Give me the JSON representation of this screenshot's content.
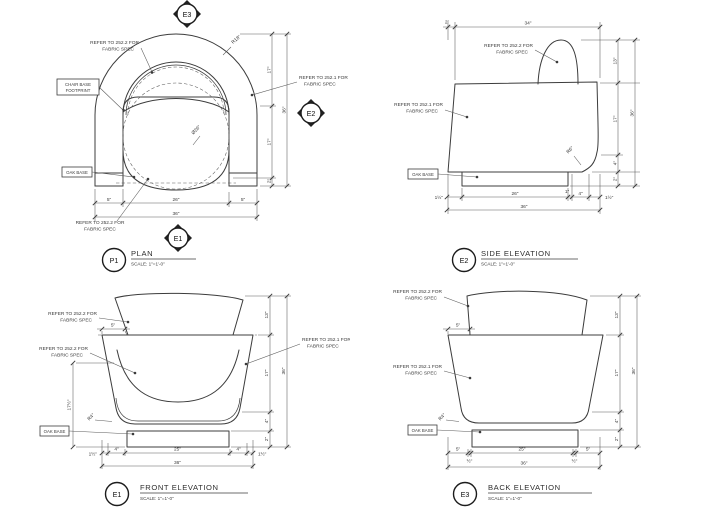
{
  "sheet": {
    "background": "#ffffff",
    "line_color": "#3c3c3c"
  },
  "common": {
    "fabric_252_2": "REFER TO 252.2 FOR",
    "fabric_252_1": "REFER TO 252.1 FOR",
    "fabric_spec": "FABRIC SPEC",
    "oak_base": "OAK BASE",
    "scale": "SCALE: 1\"=1'-0\""
  },
  "plan": {
    "marker": "P1",
    "title": "PLAN",
    "chair_base_line1": "CHAIR BASE",
    "chair_base_line2": "FOOTPRINT",
    "radius_label": "R18\"",
    "diameter_label": "Ø26\"",
    "elev_top": "E3",
    "elev_right": "E2",
    "elev_bottom": "E1",
    "dim_right": [
      "17\"",
      "17\"",
      "2\""
    ],
    "dim_right_total": "36\"",
    "dim_bottom": [
      "5\"",
      "26\"",
      "5\""
    ],
    "dim_bottom_total": "36\""
  },
  "side": {
    "marker": "E2",
    "title": "SIDE ELEVATION",
    "radius_label": "R6\"",
    "dim_top_front": "2\"",
    "dim_top": "34\"",
    "dim_right": [
      "13\"",
      "17\"",
      "4\"",
      "2\""
    ],
    "dim_right_total": "36\"",
    "dim_bottom": [
      "1½\"",
      "26\"",
      "1\"",
      "4\"",
      "1½\""
    ],
    "dim_bottom_total": "36\""
  },
  "front": {
    "marker": "E1",
    "title": "FRONT ELEVATION",
    "radius_label": "R4\"",
    "dim_back_offset": "5\"",
    "dim_seat_height": "17½\"",
    "dim_right": [
      "13\"",
      "17\"",
      "4\"",
      "2\""
    ],
    "dim_right_total": "36\"",
    "dim_bottom": [
      "1½\"",
      "4\"",
      "25\"",
      "4\"",
      "1½\""
    ],
    "dim_bottom_total": "36\""
  },
  "back": {
    "marker": "E3",
    "title": "BACK ELEVATION",
    "radius_label": "R4\"",
    "dim_back_offset": "5\"",
    "dim_right": [
      "13\"",
      "17\"",
      "4\"",
      "2\""
    ],
    "dim_right_total": "36\"",
    "dim_bottom": [
      "5\"",
      "25\"",
      "5\""
    ],
    "dim_bottom_halves": [
      "½\"",
      "½\""
    ],
    "dim_bottom_total": "36\""
  }
}
